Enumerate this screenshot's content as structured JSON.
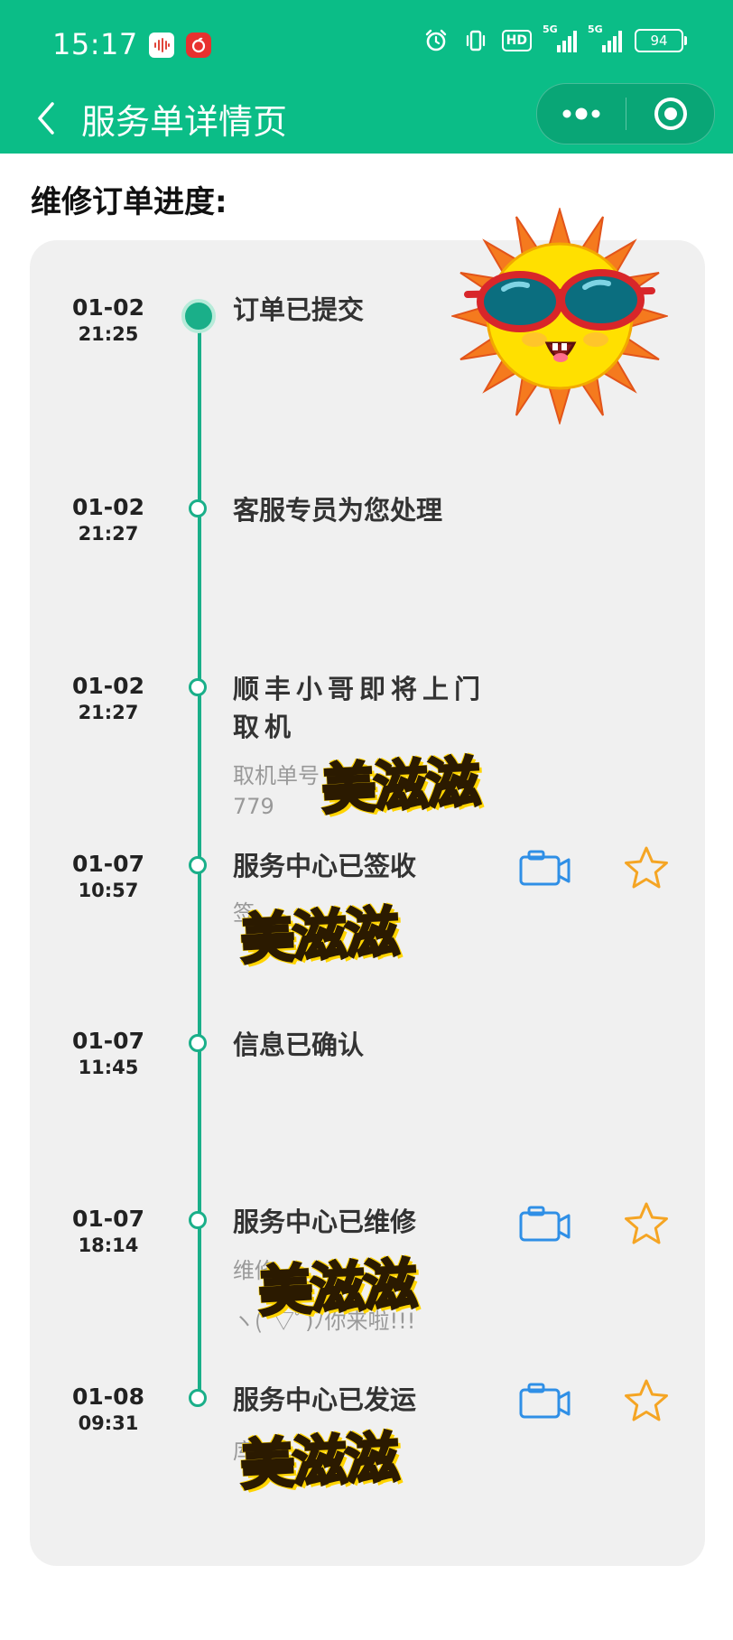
{
  "status_bar": {
    "time": "15:17",
    "hd_label": "HD",
    "signal1_label": "5G",
    "signal2_label": "5G",
    "battery": "94"
  },
  "nav": {
    "title": "服务单详情页"
  },
  "section": {
    "title": "维修订单进度:"
  },
  "sticker_text": "美滋滋",
  "events": [
    {
      "date": "01-02",
      "time": "21:25",
      "title": "订单已提交",
      "sub": [],
      "active": true,
      "media": false
    },
    {
      "date": "01-02",
      "time": "21:27",
      "title": "客服专员为您处理",
      "sub": [],
      "active": false,
      "media": false
    },
    {
      "date": "01-02",
      "time": "21:27",
      "title_lines": [
        "顺丰小哥即将上门",
        "取机"
      ],
      "sub": [
        "取机单号",
        "779"
      ],
      "active": false,
      "media": false
    },
    {
      "date": "01-07",
      "time": "10:57",
      "title": "服务中心已签收",
      "sub": [
        "签"
      ],
      "active": false,
      "media": true
    },
    {
      "date": "01-07",
      "time": "11:45",
      "title": "信息已确认",
      "sub": [],
      "active": false,
      "media": false
    },
    {
      "date": "01-07",
      "time": "18:14",
      "title": "服务中心已维修",
      "sub": [
        "维修",
        "ヽ(ﾟ▽ﾟ)ﾉ你来啦!!!"
      ],
      "active": false,
      "media": true
    },
    {
      "date": "01-08",
      "time": "09:31",
      "title": "服务中心已发运",
      "sub": [
        "库"
      ],
      "active": false,
      "media": true
    }
  ],
  "colors": {
    "brand_green": "#0bbd87",
    "timeline_green": "#1aaf89",
    "camera_blue": "#2f8fe6",
    "star_orange": "#f5a524"
  }
}
